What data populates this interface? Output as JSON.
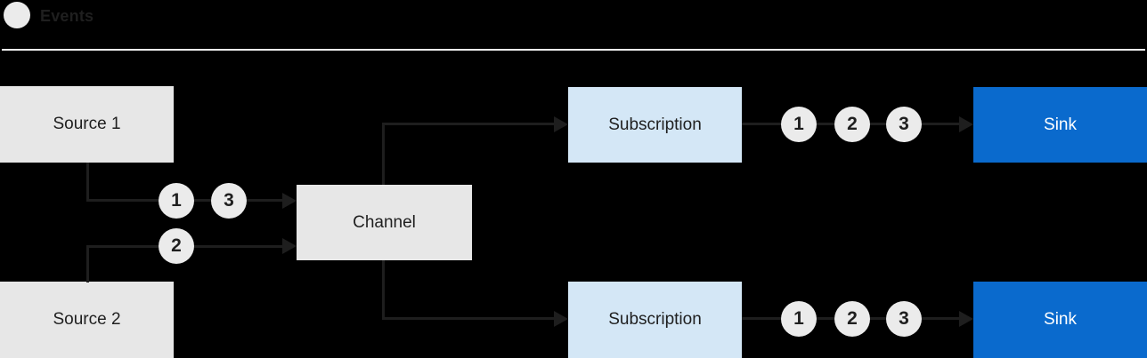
{
  "legend": {
    "label": "Events"
  },
  "nodes": {
    "source1": {
      "label": "Source 1"
    },
    "source2": {
      "label": "Source 2"
    },
    "channel": {
      "label": "Channel"
    },
    "subscription_top": {
      "label": "Subscription"
    },
    "subscription_bottom": {
      "label": "Subscription"
    },
    "sink_top": {
      "label": "Sink"
    },
    "sink_bottom": {
      "label": "Sink"
    }
  },
  "events": {
    "source1_to_channel": [
      "1",
      "3"
    ],
    "source2_to_channel": [
      "2"
    ],
    "subscription_top_to_sink": [
      "1",
      "2",
      "3"
    ],
    "subscription_bottom_to_sink": [
      "1",
      "2",
      "3"
    ]
  },
  "colors": {
    "background": "#000000",
    "node_gray": "#e7e7e7",
    "event_circle_gray": "#ebebeb",
    "subscription_light_blue": "#d4e7f6",
    "sink_blue": "#0a6acd",
    "connector_dark": "#1e1e1e",
    "divider_light": "#f1f1f1",
    "text_dark": "#1f1f1f",
    "text_on_blue": "#ffffff"
  }
}
